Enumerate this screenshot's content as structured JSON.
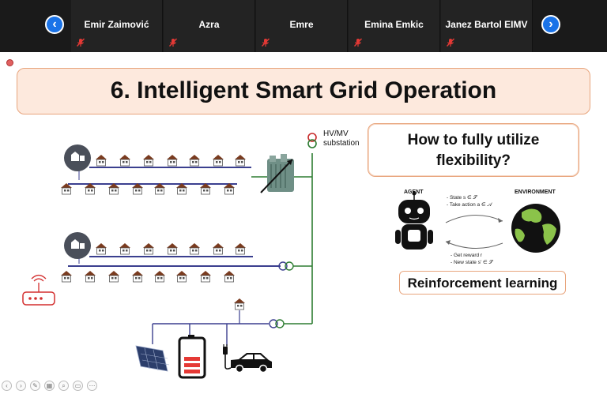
{
  "participants": [
    {
      "name": "Emir Zaimović",
      "muted": true
    },
    {
      "name": "Azra",
      "muted": true
    },
    {
      "name": "Emre",
      "muted": true
    },
    {
      "name": "Emina Emkic",
      "muted": true
    },
    {
      "name": "Janez Bartol EIMV",
      "muted": true
    }
  ],
  "nav": {
    "prev_icon": "chevron-left-icon",
    "next_icon": "chevron-right-icon",
    "prev_glyph": "‹",
    "next_glyph": "›"
  },
  "slide": {
    "title": "6. Intelligent Smart Grid Operation",
    "question_line1": "How to fully utilize",
    "question_line2": "flexibility?",
    "substation_line1": "HV/MV",
    "substation_line2": "substation",
    "agent_label": "AGENT",
    "environment_label": "ENVIRONMENT",
    "state_text": "- State  s ∈ 𝒮",
    "action_text": "- Take action  a ∈ 𝒜",
    "reward_text": "- Get reward  r",
    "newstate_text": "- New state  s' ∈ 𝒮",
    "rl_label": "Reinforcement learning"
  },
  "colors": {
    "title_fill": "#fde9dd",
    "box_border": "#e8a57d",
    "feeder_line": "#3b3f8f",
    "vertical_line": "#2e7d32",
    "house_roof": "#7a3b1f",
    "hub_fill": "#4a4f5a",
    "battery_red": "#e53935",
    "router_red": "#d32f2f",
    "nav_blue": "#1a73e8"
  }
}
